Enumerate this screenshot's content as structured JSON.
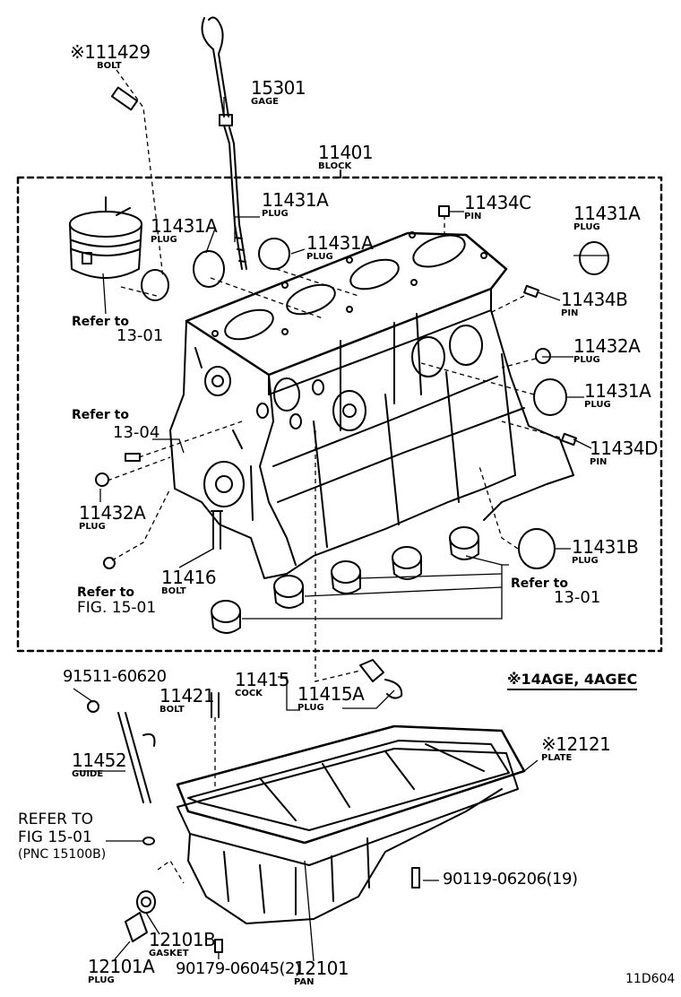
{
  "diagram_code": "11D604",
  "note": "※14AGE, 4AGEC",
  "parts": [
    {
      "id": "p111429",
      "number": "※111429",
      "name": "BOLT"
    },
    {
      "id": "p15301",
      "number": "15301",
      "name": "GAGE"
    },
    {
      "id": "p11401",
      "number": "11401",
      "name": "BLOCK"
    },
    {
      "id": "p11431a_1",
      "number": "11431A",
      "name": "PLUG"
    },
    {
      "id": "p11431a_2",
      "number": "11431A",
      "name": "PLUG"
    },
    {
      "id": "p11431a_3",
      "number": "11431A",
      "name": "PLUG"
    },
    {
      "id": "p11431a_4",
      "number": "11431A",
      "name": "PLUG"
    },
    {
      "id": "p11431a_5",
      "number": "11431A",
      "name": "PLUG"
    },
    {
      "id": "p11434c",
      "number": "11434C",
      "name": "PIN"
    },
    {
      "id": "p11434b",
      "number": "11434B",
      "name": "PIN"
    },
    {
      "id": "p11432a_1",
      "number": "11432A",
      "name": "PLUG"
    },
    {
      "id": "p11434d",
      "number": "11434D",
      "name": "PIN"
    },
    {
      "id": "p11432a_2",
      "number": "11432A",
      "name": "PLUG"
    },
    {
      "id": "p11416",
      "number": "11416",
      "name": "BOLT"
    },
    {
      "id": "p11431b",
      "number": "11431B",
      "name": "PLUG"
    },
    {
      "id": "p11415",
      "number": "11415",
      "name": "COCK"
    },
    {
      "id": "p11415a",
      "number": "11415A",
      "name": "PLUG"
    },
    {
      "id": "p11421",
      "number": "11421",
      "name": "BOLT"
    },
    {
      "id": "p11452",
      "number": "11452",
      "name": "GUIDE"
    },
    {
      "id": "p12121",
      "number": "※12121",
      "name": "PLATE"
    },
    {
      "id": "p12101b",
      "number": "12101B",
      "name": "GASKET"
    },
    {
      "id": "p12101a",
      "number": "12101A",
      "name": "PLUG"
    },
    {
      "id": "p12101",
      "number": "12101",
      "name": "PAN"
    }
  ],
  "plain_numbers": [
    {
      "id": "n91511",
      "text": "91511-60620"
    },
    {
      "id": "n90119",
      "text": "90119-06206(19)"
    },
    {
      "id": "n90179",
      "text": "90179-06045(2)"
    }
  ],
  "references": [
    {
      "id": "r1",
      "lines": [
        "Refer to",
        "13-01"
      ]
    },
    {
      "id": "r2",
      "lines": [
        "Refer to",
        "13-04"
      ]
    },
    {
      "id": "r3",
      "lines": [
        "Refer to",
        "FIG. 15-01"
      ]
    },
    {
      "id": "r4",
      "lines": [
        "Refer to",
        "13-01"
      ]
    },
    {
      "id": "r5",
      "lines": [
        "REFER TO",
        "FIG 15-01",
        "(PNC 15100B)"
      ]
    }
  ]
}
